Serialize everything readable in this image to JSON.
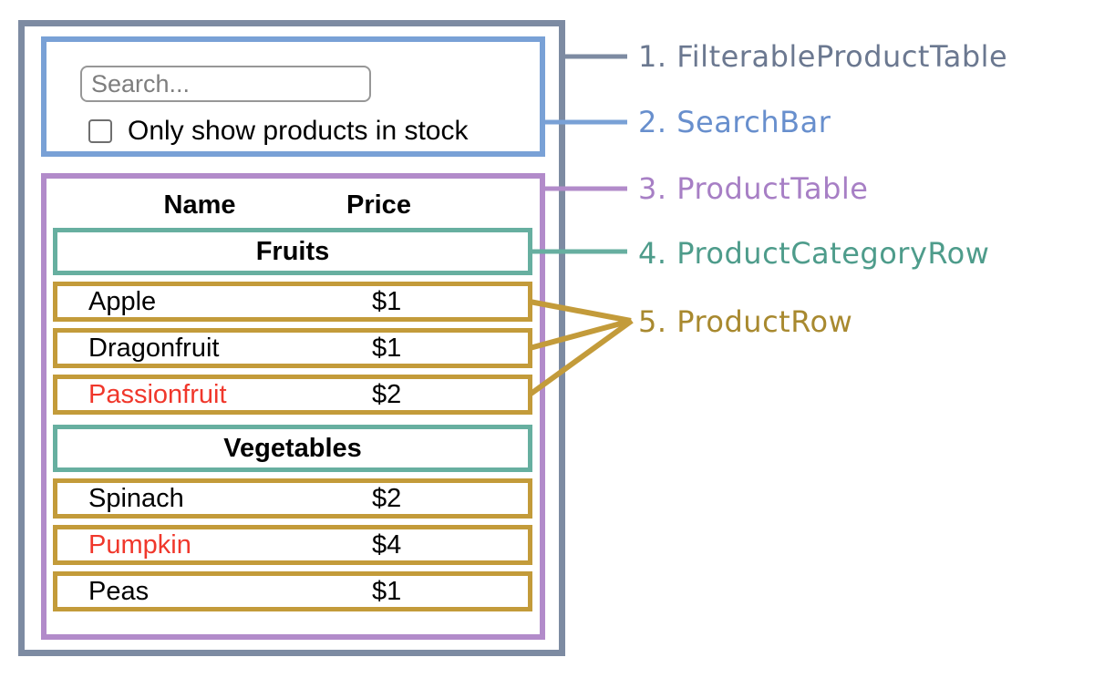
{
  "search": {
    "placeholder": "Search...",
    "checkbox_label": "Only show products in stock",
    "checkbox_checked": false
  },
  "table": {
    "columns": [
      "Name",
      "Price"
    ],
    "sections": [
      {
        "category": "Fruits",
        "rows": [
          {
            "name": "Apple",
            "price": "$1",
            "out_of_stock": false
          },
          {
            "name": "Dragonfruit",
            "price": "$1",
            "out_of_stock": false
          },
          {
            "name": "Passionfruit",
            "price": "$2",
            "out_of_stock": true
          }
        ]
      },
      {
        "category": "Vegetables",
        "rows": [
          {
            "name": "Spinach",
            "price": "$2",
            "out_of_stock": false
          },
          {
            "name": "Pumpkin",
            "price": "$4",
            "out_of_stock": true
          },
          {
            "name": "Peas",
            "price": "$1",
            "out_of_stock": false
          }
        ]
      }
    ]
  },
  "labels": [
    {
      "label": "1. FilterableProductTable"
    },
    {
      "label": "2. SearchBar"
    },
    {
      "label": "3. ProductTable"
    },
    {
      "label": "4. ProductCategoryRow"
    },
    {
      "label": "5. ProductRow"
    }
  ],
  "colors": {
    "outer_gray": "#7d8ba2",
    "searchbar_blue": "#79a1d6",
    "producttable_purple": "#b28bca",
    "categoryrow_teal": "#67afa0",
    "productrow_gold": "#c39b3a",
    "out_of_stock_red": "#f0372b"
  }
}
